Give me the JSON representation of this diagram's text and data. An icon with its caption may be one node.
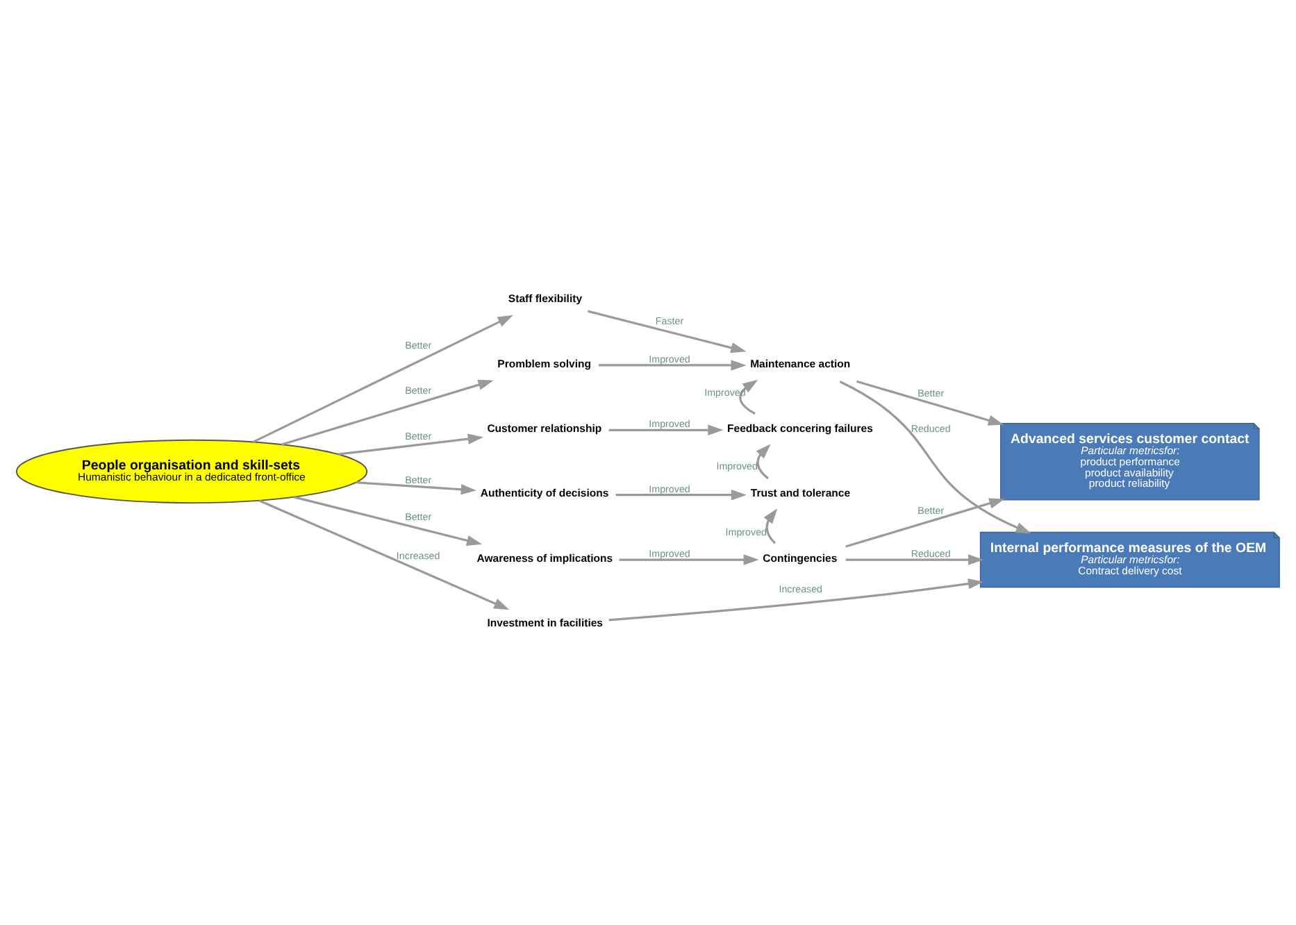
{
  "diagram": {
    "nodes": [
      {
        "text": [
          "People organisation and skill-sets",
          "Humanistic behaviour in a dedicated front-office"
        ]
      },
      {
        "text": [
          "Staff flexibility"
        ]
      },
      {
        "text": [
          "Promblem solving"
        ]
      },
      {
        "text": [
          "Customer relationship"
        ]
      },
      {
        "text": [
          "Authenticity of decisions"
        ]
      },
      {
        "text": [
          "Awareness of implications"
        ]
      },
      {
        "text": [
          "Investment in facilities"
        ]
      },
      {
        "text": [
          "Maintenance action"
        ]
      },
      {
        "text": [
          "Feedback concering failures"
        ]
      },
      {
        "text": [
          "Trust and tolerance"
        ]
      },
      {
        "text": [
          "Contingencies"
        ]
      },
      {
        "text": [
          "Advanced services customer contact",
          "Particular metricsfor:",
          "product performance",
          "product availability",
          "product reliability"
        ]
      },
      {
        "text": [
          "Internal performance measures of the OEM",
          "Particular metricsfor:",
          "Contract delivery cost"
        ]
      }
    ],
    "edges": [
      {
        "from": 0,
        "to": 1,
        "arrow": "to",
        "label": "Better"
      },
      {
        "from": 0,
        "to": 2,
        "arrow": "to",
        "label": "Better"
      },
      {
        "from": 0,
        "to": 3,
        "arrow": "to",
        "label": "Better"
      },
      {
        "from": 0,
        "to": 4,
        "arrow": "to",
        "label": "Better"
      },
      {
        "from": 0,
        "to": 5,
        "arrow": "to",
        "label": "Better"
      },
      {
        "from": 0,
        "to": 6,
        "arrow": "to",
        "label": "Increased"
      },
      {
        "from": 1,
        "to": 7,
        "arrow": "to",
        "label": "Faster"
      },
      {
        "from": 2,
        "to": 7,
        "arrow": "to",
        "label": "Improved"
      },
      {
        "from": 8,
        "to": 7,
        "arrow": "to",
        "label": "Improved"
      },
      {
        "from": 3,
        "to": 8,
        "arrow": "to",
        "label": "Improved"
      },
      {
        "from": 9,
        "to": 8,
        "arrow": "to",
        "label": "Improved"
      },
      {
        "from": 4,
        "to": 9,
        "arrow": "to",
        "label": "Improved"
      },
      {
        "from": 10,
        "to": 9,
        "arrow": "to",
        "label": "Improved"
      },
      {
        "from": 5,
        "to": 10,
        "arrow": "to",
        "label": "Improved"
      },
      {
        "from": 7,
        "to": 11,
        "arrow": "to",
        "label": "Better"
      },
      {
        "from": 7,
        "to": 12,
        "arrow": "to",
        "label": "Reduced"
      },
      {
        "from": 10,
        "to": 11,
        "arrow": "to",
        "label": "Better"
      },
      {
        "from": 10,
        "to": 12,
        "arrow": "to",
        "label": "Reduced"
      },
      {
        "from": 6,
        "to": 12,
        "arrow": "to",
        "label": "Increased"
      }
    ]
  }
}
